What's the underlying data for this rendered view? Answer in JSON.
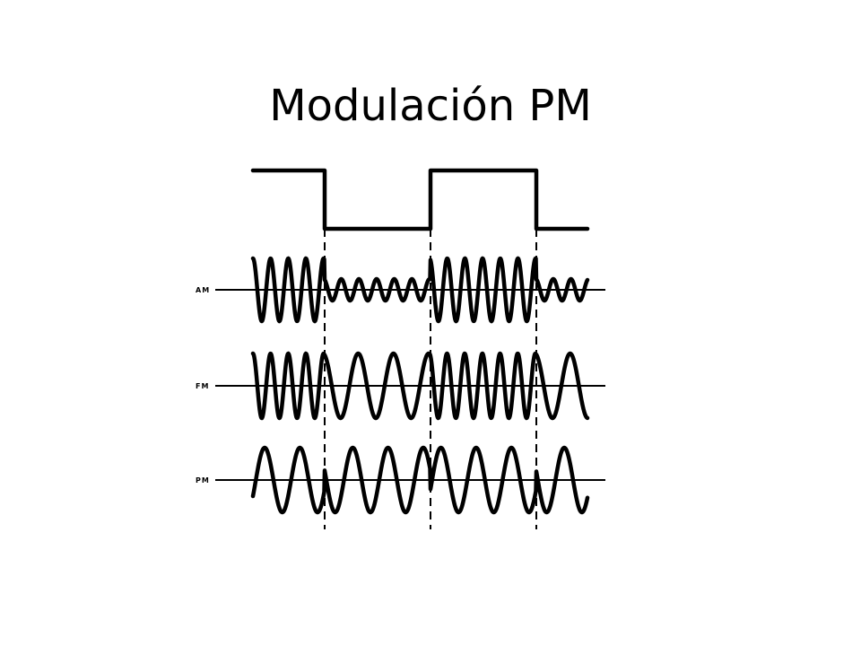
{
  "title": "Modulación PM",
  "labels": {
    "am": "AM",
    "fm": "FM",
    "pm": "PM"
  },
  "colors": {
    "ink": "#000000",
    "background": "#ffffff"
  }
}
